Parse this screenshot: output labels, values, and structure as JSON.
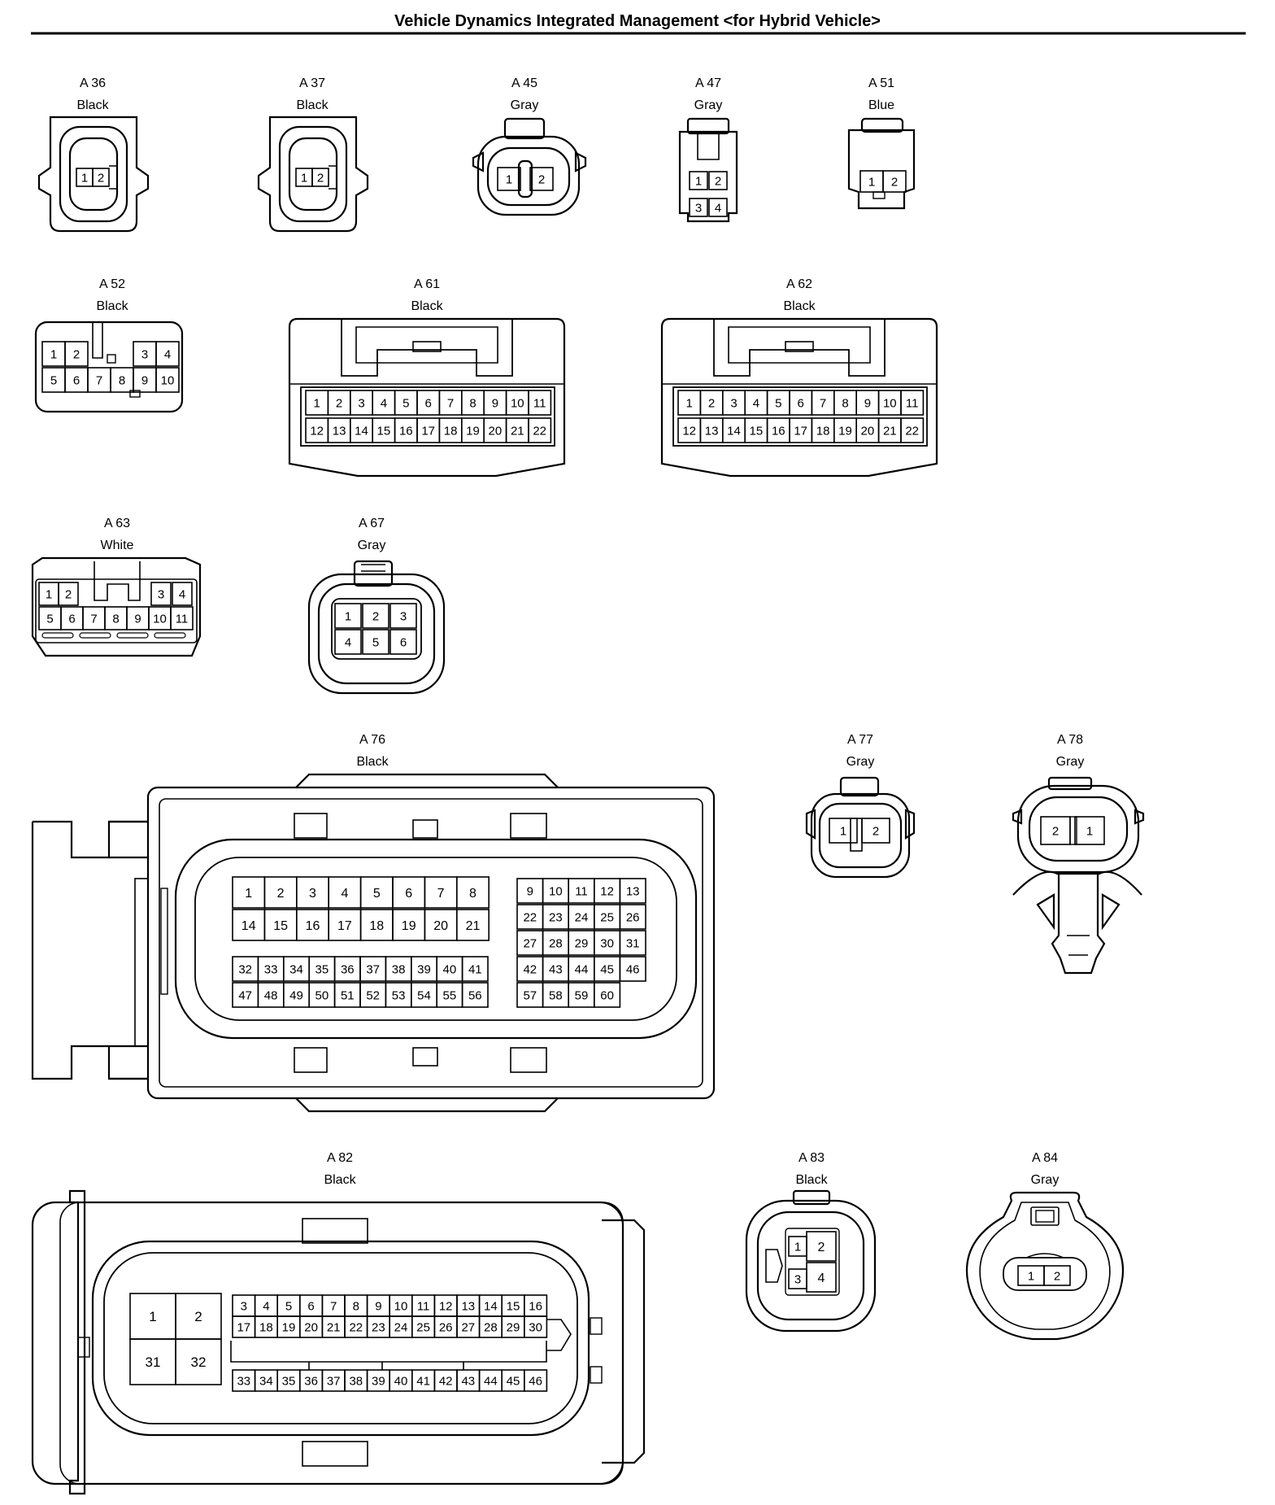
{
  "title": "Vehicle Dynamics Integrated Management <for Hybrid Vehicle>",
  "connectors": {
    "A36": {
      "id": "A 36",
      "color": "Black",
      "pins": [
        "1",
        "2"
      ]
    },
    "A37": {
      "id": "A 37",
      "color": "Black",
      "pins": [
        "1",
        "2"
      ]
    },
    "A45": {
      "id": "A 45",
      "color": "Gray",
      "pins": [
        "1",
        "2"
      ]
    },
    "A47": {
      "id": "A 47",
      "color": "Gray",
      "pins": [
        "1",
        "2",
        "3",
        "4"
      ]
    },
    "A51": {
      "id": "A 51",
      "color": "Blue",
      "pins": [
        "1",
        "2"
      ]
    },
    "A52": {
      "id": "A 52",
      "color": "Black",
      "pins": [
        "1",
        "2",
        "3",
        "4",
        "5",
        "6",
        "7",
        "8",
        "9",
        "10"
      ]
    },
    "A61": {
      "id": "A 61",
      "color": "Black",
      "pins": [
        "1",
        "2",
        "3",
        "4",
        "5",
        "6",
        "7",
        "8",
        "9",
        "10",
        "11",
        "12",
        "13",
        "14",
        "15",
        "16",
        "17",
        "18",
        "19",
        "20",
        "21",
        "22"
      ]
    },
    "A62": {
      "id": "A 62",
      "color": "Black",
      "pins": [
        "1",
        "2",
        "3",
        "4",
        "5",
        "6",
        "7",
        "8",
        "9",
        "10",
        "11",
        "12",
        "13",
        "14",
        "15",
        "16",
        "17",
        "18",
        "19",
        "20",
        "21",
        "22"
      ]
    },
    "A63": {
      "id": "A 63",
      "color": "White",
      "pins": [
        "1",
        "2",
        "3",
        "4",
        "5",
        "6",
        "7",
        "8",
        "9",
        "10",
        "11"
      ]
    },
    "A67": {
      "id": "A 67",
      "color": "Gray",
      "pins": [
        "1",
        "2",
        "3",
        "4",
        "5",
        "6"
      ]
    },
    "A76": {
      "id": "A 76",
      "color": "Black",
      "pins": [
        "1",
        "2",
        "3",
        "4",
        "5",
        "6",
        "7",
        "8",
        "9",
        "10",
        "11",
        "12",
        "13",
        "14",
        "15",
        "16",
        "17",
        "18",
        "19",
        "20",
        "21",
        "22",
        "23",
        "24",
        "25",
        "26",
        "27",
        "28",
        "29",
        "30",
        "31",
        "32",
        "33",
        "34",
        "35",
        "36",
        "37",
        "38",
        "39",
        "40",
        "41",
        "42",
        "43",
        "44",
        "45",
        "46",
        "47",
        "48",
        "49",
        "50",
        "51",
        "52",
        "53",
        "54",
        "55",
        "56",
        "57",
        "58",
        "59",
        "60"
      ]
    },
    "A77": {
      "id": "A 77",
      "color": "Gray",
      "pins": [
        "1",
        "2"
      ]
    },
    "A78": {
      "id": "A 78",
      "color": "Gray",
      "pins": [
        "2",
        "1"
      ]
    },
    "A82": {
      "id": "A 82",
      "color": "Black",
      "pins": [
        "1",
        "2",
        "3",
        "4",
        "5",
        "6",
        "7",
        "8",
        "9",
        "10",
        "11",
        "12",
        "13",
        "14",
        "15",
        "16",
        "17",
        "18",
        "19",
        "20",
        "21",
        "22",
        "23",
        "24",
        "25",
        "26",
        "27",
        "28",
        "29",
        "30",
        "31",
        "32",
        "33",
        "34",
        "35",
        "36",
        "37",
        "38",
        "39",
        "40",
        "41",
        "42",
        "43",
        "44",
        "45",
        "46"
      ]
    },
    "A83": {
      "id": "A 83",
      "color": "Black",
      "pins": [
        "1",
        "2",
        "3",
        "4"
      ]
    },
    "A84": {
      "id": "A 84",
      "color": "Gray",
      "pins": [
        "1",
        "2"
      ]
    }
  }
}
